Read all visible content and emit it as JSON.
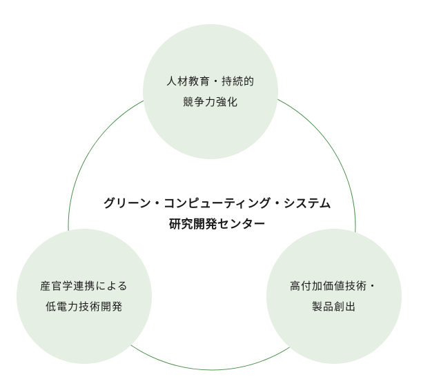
{
  "colors": {
    "ring_stroke": "#4f8f4f",
    "node_fill": "#e6efe3",
    "text": "#1a1a1a",
    "background": "#ffffff"
  },
  "center": {
    "line1": "グリーン・コンピューティング・システム",
    "line2": "研究開発センター"
  },
  "nodes": {
    "top": {
      "line1": "人材教育・持続的",
      "line2": "競争力強化"
    },
    "left": {
      "line1": "産官学連携による",
      "line2": "低電力技術開発"
    },
    "right": {
      "line1": "高付加価値技術・",
      "line2": "製品創出"
    }
  }
}
